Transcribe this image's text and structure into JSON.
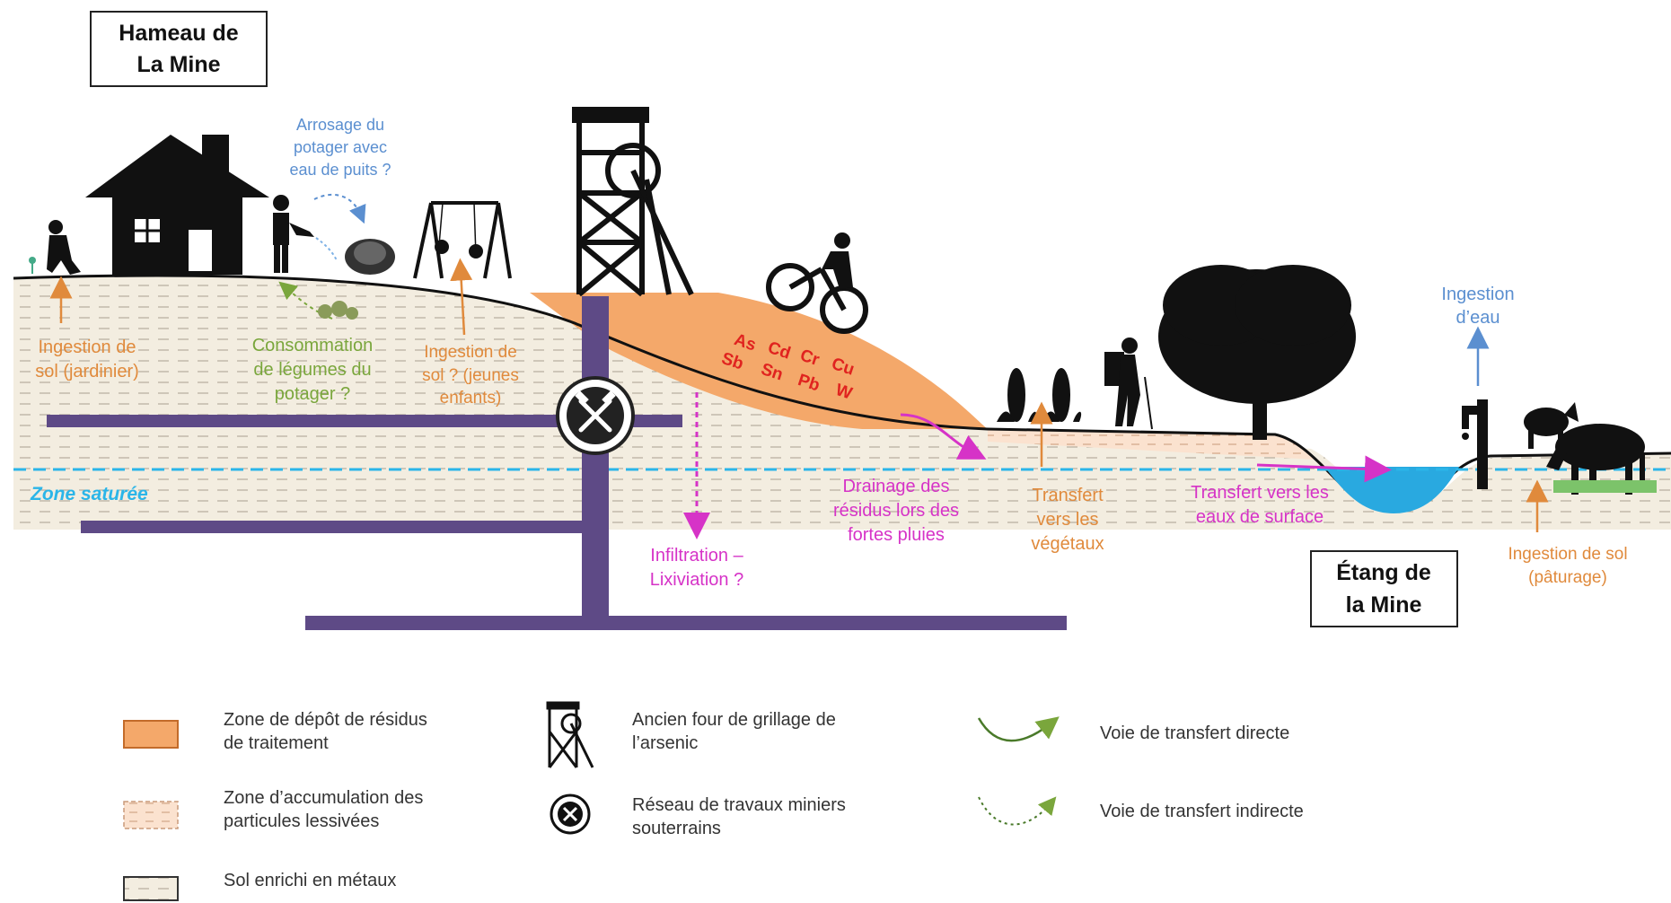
{
  "titles": {
    "hamlet": [
      "Hameau de",
      "La Mine"
    ],
    "pond": [
      "Étang de",
      "la Mine"
    ]
  },
  "labels": {
    "watering": [
      "Arrosage du",
      "potager avec",
      "eau de puits ?"
    ],
    "soil_gardener": [
      "Ingestion de",
      "sol (jardinier)"
    ],
    "vegetables": [
      "Consommation",
      "de légumes du",
      "potager ?"
    ],
    "soil_children": [
      "Ingestion de",
      "sol ? (jeunes",
      "enfants)"
    ],
    "elements_row1": [
      "As",
      "Cd",
      "Cr",
      "Cu"
    ],
    "elements_row2": [
      "Sb",
      "Sn",
      "Pb",
      "W"
    ],
    "saturated": "Zone saturée",
    "infiltration": [
      "Infiltration –",
      "Lixiviation ?"
    ],
    "drainage": [
      "Drainage des",
      "résidus lors des",
      "fortes pluies"
    ],
    "plant_transfer": [
      "Transfert",
      "vers les",
      "végétaux"
    ],
    "surface_transfer": [
      "Transfert vers les",
      "eaux de surface"
    ],
    "water_ingestion": [
      "Ingestion",
      "d’eau"
    ],
    "soil_pasture": [
      "Ingestion de sol",
      "(pâturage)"
    ]
  },
  "legend": {
    "residue_zone": [
      "Zone de dépôt de résidus",
      "de traitement"
    ],
    "accumulation_zone": [
      "Zone d’accumulation des",
      "particules lessivées"
    ],
    "enriched_soil": "Sol enrichi en   métaux",
    "roasting_furnace": [
      "Ancien four de grillage de",
      "l’arsenic"
    ],
    "mine_network": [
      "Réseau de travaux miniers",
      "souterrains"
    ],
    "direct_path": "Voie de transfert directe",
    "indirect_path": "Voie de transfert indirecte"
  },
  "colors": {
    "orange_label": "#e08a3c",
    "residue_fill": "#f4a86a",
    "green_label": "#7aa63c",
    "blue_label": "#5b8fd0",
    "magenta": "#d633c7",
    "red_elements": "#e0231f",
    "purple_gallery": "#5e4a86",
    "water": "#29a9e0",
    "saturated_line": "#2bb5e8"
  },
  "icons": [
    "house-icon",
    "headframe-icon",
    "crossed-hammers-icon",
    "cyclist-icon",
    "hiker-icon",
    "tree-icon",
    "cow-icon",
    "horse-icon",
    "water-tap-icon",
    "swing-icon",
    "cabbage-icon",
    "corn-icon",
    "gardener-icon",
    "watering-person-icon"
  ]
}
